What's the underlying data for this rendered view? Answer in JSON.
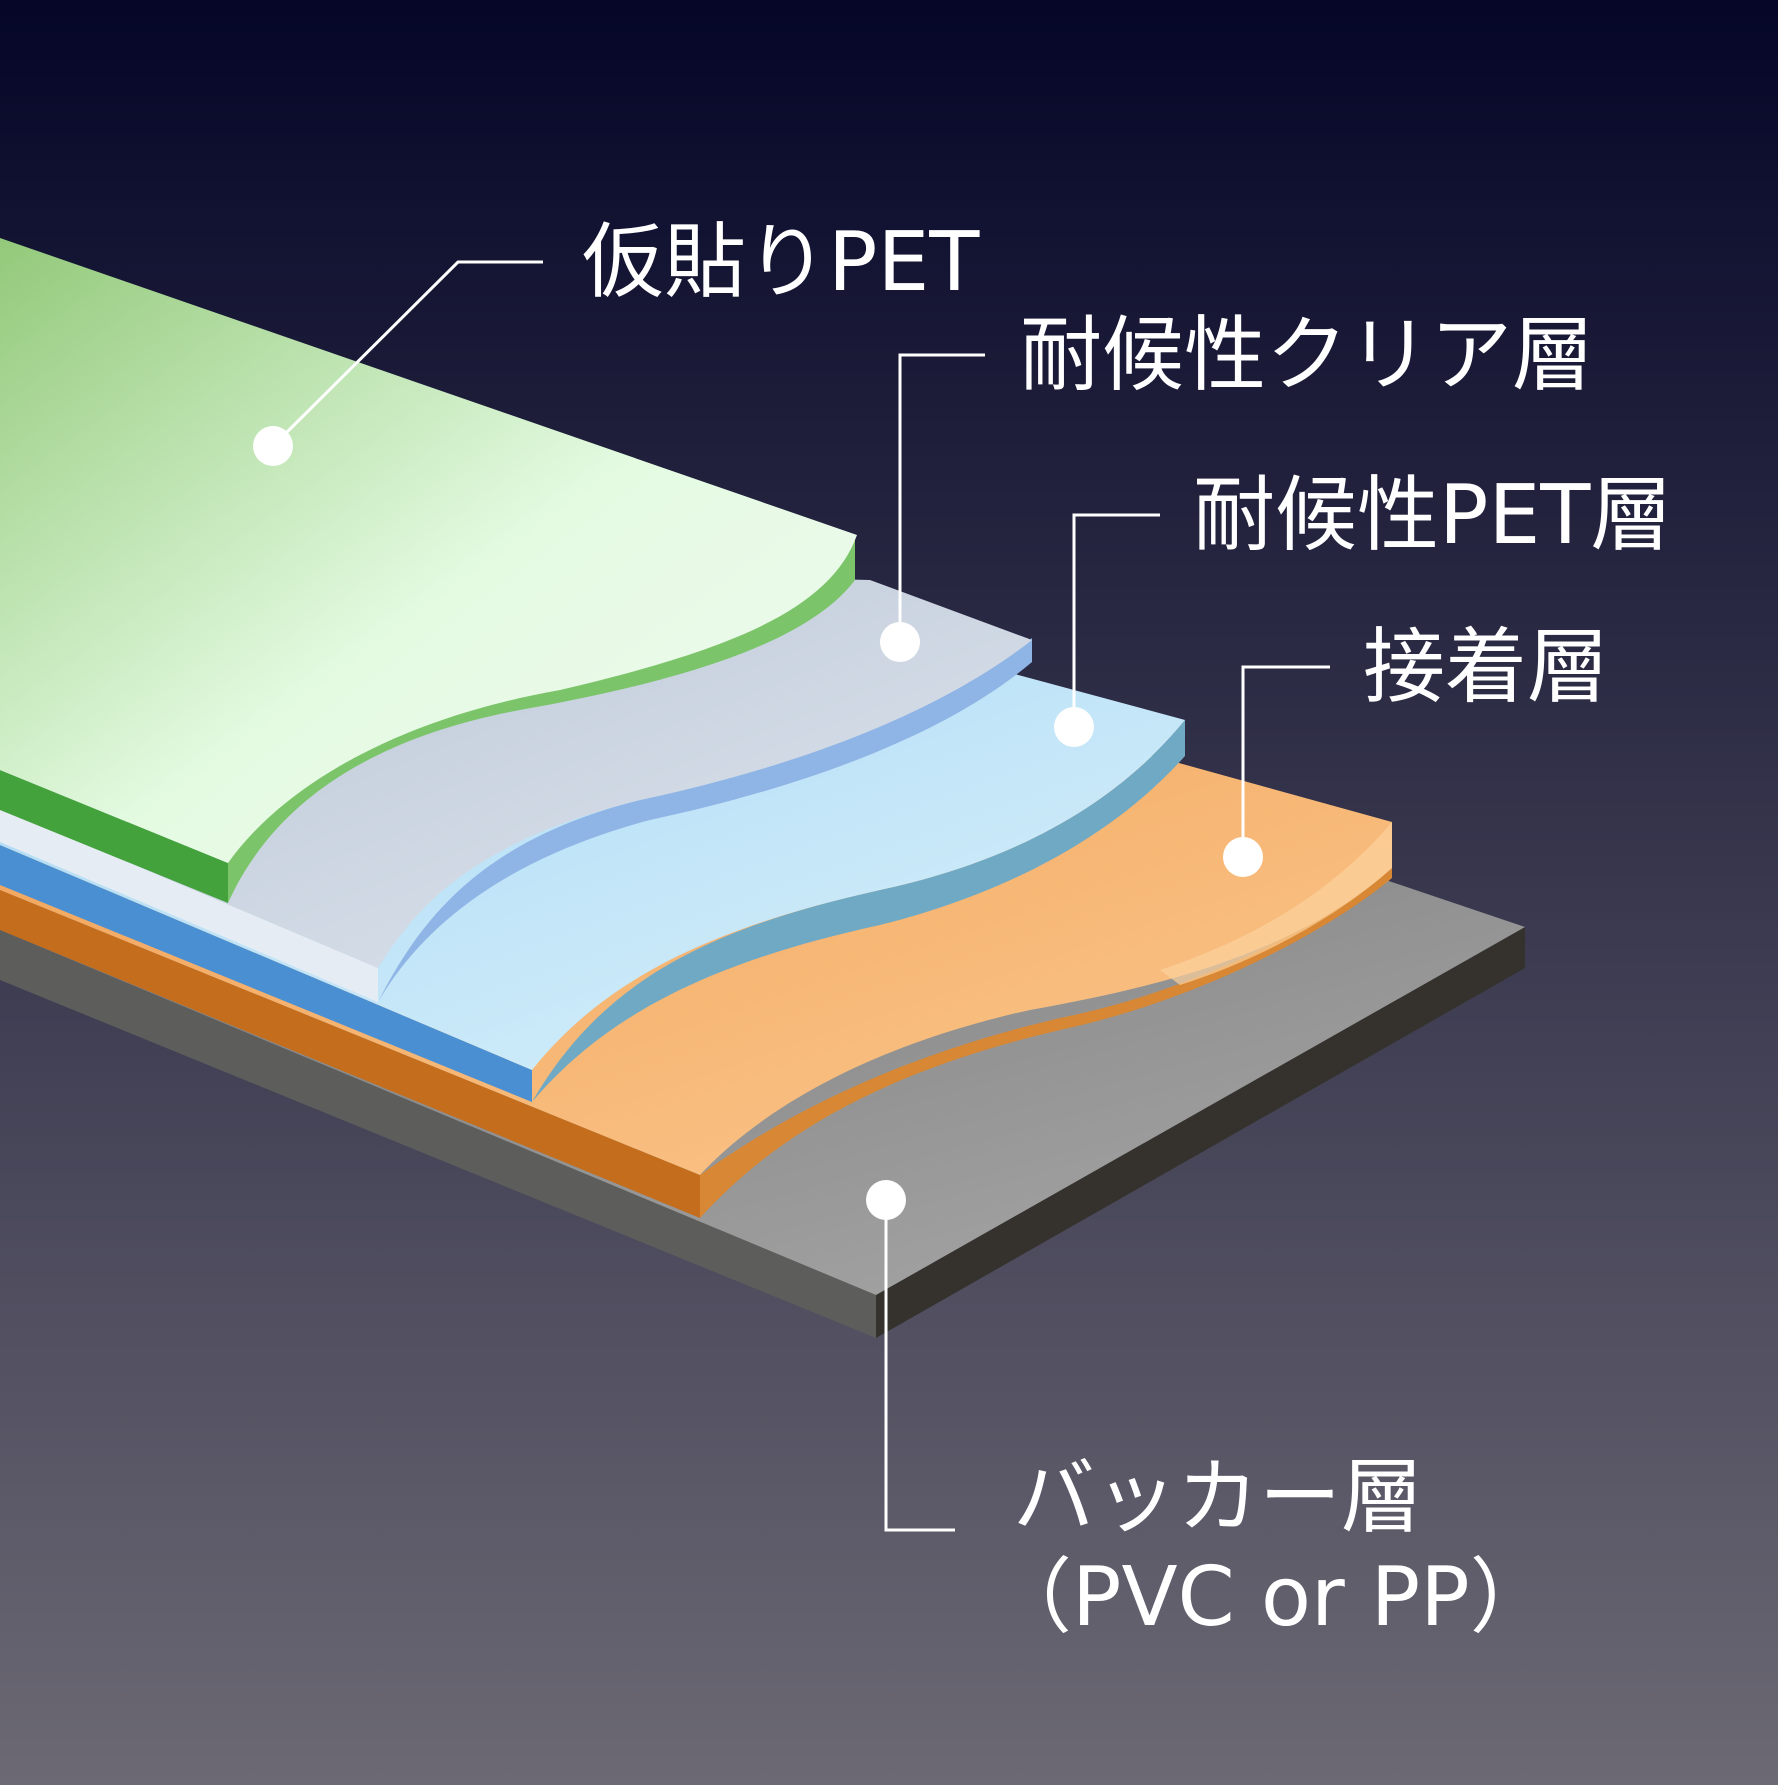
{
  "background": {
    "top_color": "#050628",
    "bottom_color": "#6c6974"
  },
  "layers": [
    {
      "id": "temp-pet",
      "label": "仮貼りPET",
      "color": "#9fd58c",
      "edge_color": "#49a744"
    },
    {
      "id": "clear",
      "label": "耐候性クリア層",
      "color": "#d2d8e2",
      "edge_color": "#f0f4f8"
    },
    {
      "id": "pet",
      "label": "耐候性PET層",
      "color": "#bfe3f4",
      "edge_color": "#4b8fd0"
    },
    {
      "id": "adhesive",
      "label": "接着層",
      "color": "#f5a35a",
      "edge_color": "#c46b1a"
    },
    {
      "id": "backer",
      "label": "バッカー層",
      "sublabel": "（PVC or PP）",
      "color": "#8a8a8a",
      "edge_color": "#5a5a5a"
    }
  ]
}
